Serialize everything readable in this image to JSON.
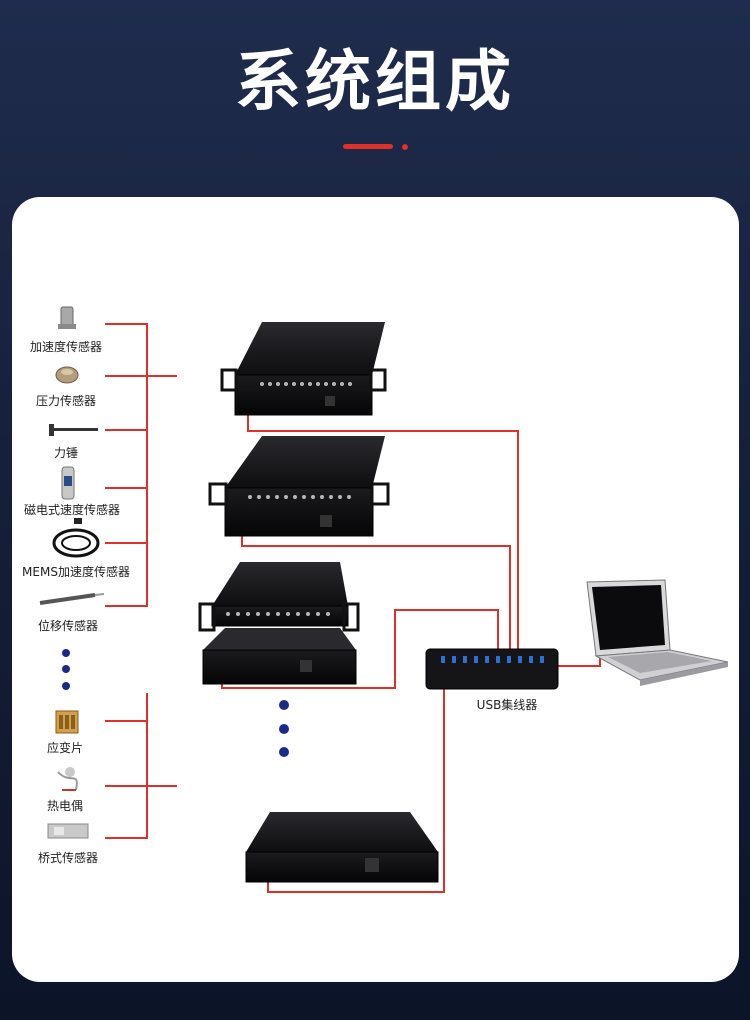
{
  "title": "系统组成",
  "sensors": [
    {
      "label": "加速度传感器"
    },
    {
      "label": "压力传感器"
    },
    {
      "label": "力锤"
    },
    {
      "label": "磁电式速度传感器"
    },
    {
      "label": "MEMS加速度传感器"
    },
    {
      "label": "位移传感器"
    },
    {
      "label": "应变片"
    },
    {
      "label": "热电偶"
    },
    {
      "label": "桥式传感器"
    }
  ],
  "hub": {
    "label": "USB集线器"
  },
  "colors": {
    "accent": "#e0302a",
    "dots": "#1a2a8c",
    "background": "#17223f"
  }
}
